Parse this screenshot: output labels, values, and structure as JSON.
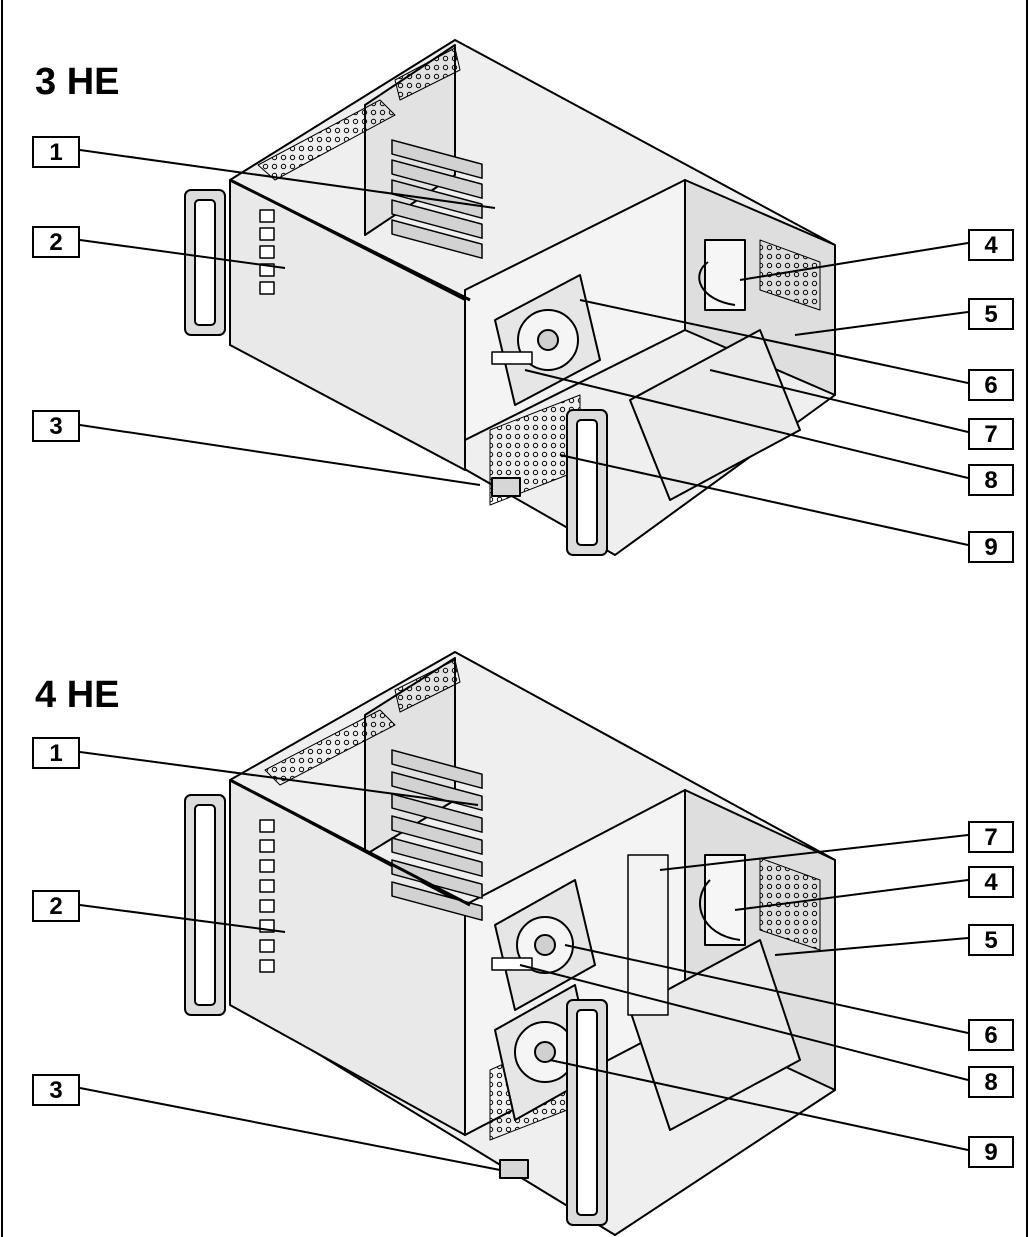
{
  "sections": [
    {
      "title": "3 HE",
      "callouts": [
        "1",
        "2",
        "3",
        "4",
        "5",
        "6",
        "7",
        "8",
        "9"
      ]
    },
    {
      "title": "4 HE",
      "callouts": [
        "1",
        "2",
        "3",
        "7",
        "4",
        "5",
        "6",
        "8",
        "9"
      ]
    }
  ],
  "colors": {
    "line": "#000000",
    "panel": "#ececec",
    "panel_dark": "#c9c9c9",
    "background": "#ffffff"
  }
}
